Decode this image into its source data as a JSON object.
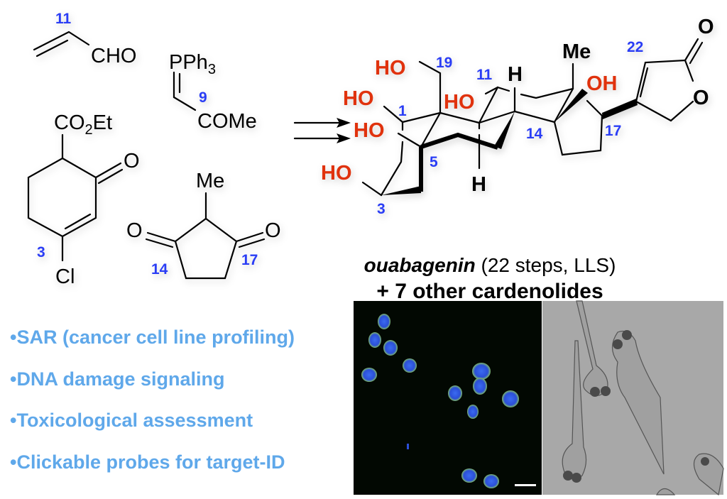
{
  "reagents": {
    "acrolein": {
      "label": "CHO",
      "number": "11"
    },
    "ylide": {
      "top": "PPh",
      "top_sub": "3",
      "bottom": "COMe",
      "number": "9"
    },
    "ketoester": {
      "ester_a": "CO",
      "ester_sub": "2",
      "ester_b": "Et",
      "oxo": "O",
      "halogen": "Cl",
      "number": "3"
    },
    "dione": {
      "methyl": "Me",
      "oxo_left": "O",
      "oxo_right": "O",
      "number_left": "14",
      "number_right": "17"
    }
  },
  "product": {
    "hydroxyls": [
      "HO",
      "HO",
      "HO",
      "HO",
      "HO",
      "OH"
    ],
    "hydrogens": [
      "H",
      "H"
    ],
    "methyl": "Me",
    "lactone_oxygens": [
      "O",
      "O"
    ],
    "numbers": [
      "19",
      "1",
      "11",
      "5",
      "3",
      "14",
      "17",
      "22"
    ]
  },
  "caption": {
    "name": "ouabagenin",
    "details": " (22 steps, LLS)",
    "line2": "+ 7 other cardenolides"
  },
  "bullets": [
    "•SAR (cancer cell line profiling)",
    "•DNA damage signaling",
    "•Toxicological assessment",
    "•Clickable probes for target-ID"
  ],
  "colors": {
    "oxygen_label": "#e0300a",
    "number_label": "#2a3cf5",
    "bullet_text": "#5fa8ea"
  }
}
